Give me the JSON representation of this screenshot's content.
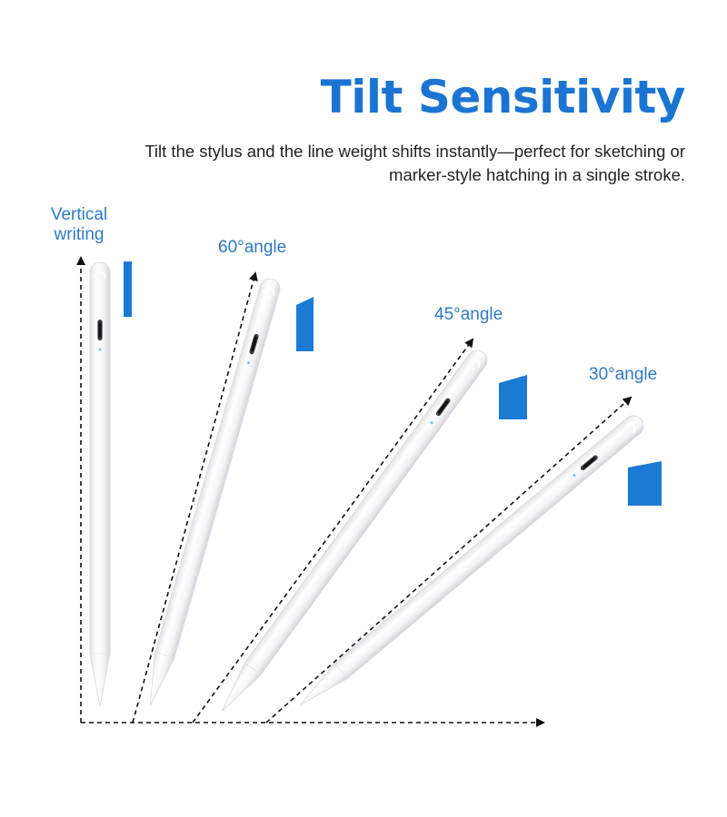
{
  "header": {
    "title": "Tilt Sensitivity",
    "subtitle": "Tilt the stylus and the line weight shifts instantly—perfect for sketching or marker-style hatching in a single stroke."
  },
  "angles": {
    "vertical_label": "Vertical writing",
    "angle_60": "60°angle",
    "angle_45": "45°angle",
    "angle_30": "30°angle"
  },
  "colors": {
    "accent": "#1b74d2",
    "label": "#2f79c4",
    "stroke_sample": "#1a7ad4",
    "stylus_body": "#f4f4f6"
  }
}
